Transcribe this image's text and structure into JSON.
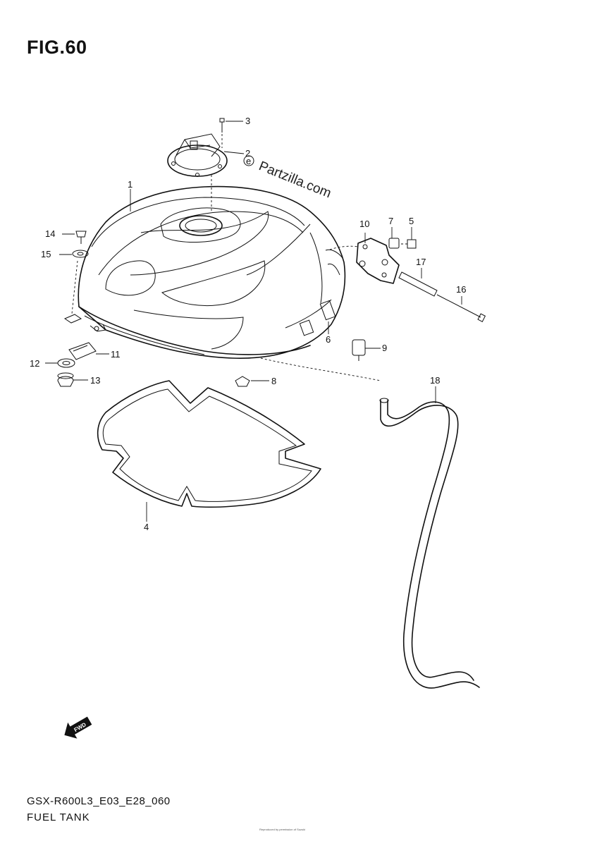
{
  "figure": {
    "title": "FIG.60"
  },
  "watermark": {
    "text": "Partzilla.com",
    "symbol": "e"
  },
  "callouts": [
    {
      "id": "callout-3",
      "label": "3"
    },
    {
      "id": "callout-2",
      "label": "2"
    },
    {
      "id": "callout-1",
      "label": "1"
    },
    {
      "id": "callout-14",
      "label": "14"
    },
    {
      "id": "callout-15",
      "label": "15"
    },
    {
      "id": "callout-10",
      "label": "10"
    },
    {
      "id": "callout-7",
      "label": "7"
    },
    {
      "id": "callout-5",
      "label": "5"
    },
    {
      "id": "callout-17",
      "label": "17"
    },
    {
      "id": "callout-16",
      "label": "16"
    },
    {
      "id": "callout-6",
      "label": "6"
    },
    {
      "id": "callout-9",
      "label": "9"
    },
    {
      "id": "callout-11",
      "label": "11"
    },
    {
      "id": "callout-12",
      "label": "12"
    },
    {
      "id": "callout-13",
      "label": "13"
    },
    {
      "id": "callout-8",
      "label": "8"
    },
    {
      "id": "callout-18",
      "label": "18"
    },
    {
      "id": "callout-4",
      "label": "4"
    }
  ],
  "fwd_badge": {
    "label": "FWD"
  },
  "footer": {
    "code": "GSX-R600L3_E03_E28_060",
    "name": "FUEL TANK",
    "copyright": "Reproduced by permission of Suzuki"
  }
}
